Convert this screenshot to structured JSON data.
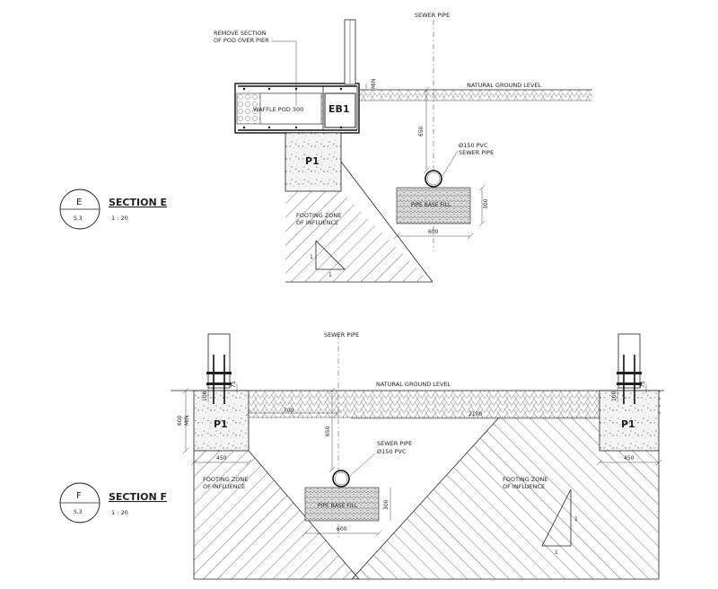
{
  "section_e": {
    "bubble_letter": "E",
    "bubble_sheet": "S.3",
    "title": "SECTION E",
    "scale": "1 : 20",
    "remove_note_line1": "REMOVE SECTION",
    "remove_note_line2": "OF POD OVER PIER",
    "sewer_pipe": "SEWER PIPE",
    "natural_ground_level": "NATURAL GROUND LEVEL",
    "waffle_pod": "WAFFLE POD 300",
    "beam_tag": "EB1",
    "pier_tag": "P1",
    "min_label": "MIN",
    "depth_dim": "650",
    "pipe_note_line1": "Ø150 PVC",
    "pipe_note_line2": "SEWER PIPE",
    "pipe_base_fill": "PIPE BASE FILL",
    "fill_height_dim": "300",
    "fill_width_dim": "600",
    "footing_zone_line1": "FOOTING ZONE",
    "footing_zone_line2": "OF INFLUENCE",
    "slope_rise": "1",
    "slope_run": "1"
  },
  "section_f": {
    "bubble_letter": "F",
    "bubble_sheet": "S.3",
    "title": "SECTION F",
    "scale": "1 : 20",
    "sewer_pipe": "SEWER PIPE",
    "natural_ground_level": "NATURAL GROUND LEVEL",
    "left_pier_tag": "P1",
    "right_pier_tag": "P1",
    "pier_depth_dim": "600",
    "min_label": "MIN",
    "small_dim_left": "100",
    "small_dim_left2": "75",
    "small_dim_right": "100",
    "small_dim_right2": "75",
    "dist_left_dim": "700",
    "dist_right_dim": "2100",
    "depth_dim": "650",
    "pipe_note_line1": "SEWER PIPE",
    "pipe_note_line2": "Ø150 PVC",
    "pipe_base_fill": "PIPE BASE FILL",
    "fill_height_dim": "300",
    "fill_width_dim": "600",
    "left_pier_width": "450",
    "right_pier_width": "450",
    "footing_zone_left_line1": "FOOTING ZONE",
    "footing_zone_left_line2": "OF INFLUENCE",
    "footing_zone_right_line1": "FOOTING ZONE",
    "footing_zone_right_line2": "OF INFLUENCE",
    "slope_rise": "1",
    "slope_run": "1"
  }
}
